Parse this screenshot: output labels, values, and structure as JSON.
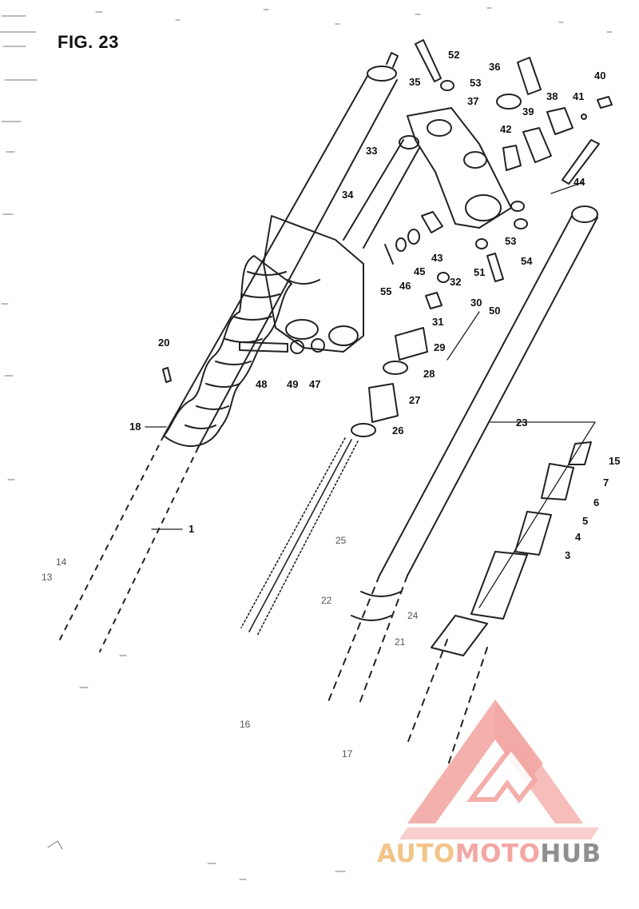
{
  "figure": {
    "title": "FIG. 23"
  },
  "labels": {
    "p1": "1",
    "p3": "3",
    "p4": "4",
    "p5": "5",
    "p6": "6",
    "p7": "7",
    "p13": "13",
    "p14": "14",
    "p15": "15",
    "p16": "16",
    "p17": "17",
    "p18": "18",
    "p20": "20",
    "p21": "21",
    "p22": "22",
    "p23": "23",
    "p24": "24",
    "p25": "25",
    "p26": "26",
    "p27": "27",
    "p28": "28",
    "p29": "29",
    "p30": "30",
    "p31": "31",
    "p32": "32",
    "p33": "33",
    "p34": "34",
    "p35": "35",
    "p36": "36",
    "p37": "37",
    "p38": "38",
    "p39": "39",
    "p40": "40",
    "p41": "41",
    "p42": "42",
    "p43": "43",
    "p44": "44",
    "p45": "45",
    "p46": "46",
    "p47": "47",
    "p48": "48",
    "p49": "49",
    "p50": "50",
    "p51": "51",
    "p52": "52",
    "p53a": "53",
    "p53b": "53",
    "p54": "54",
    "p55": "55"
  },
  "watermark": {
    "part1": "AUTO",
    "part2": "MOTO",
    "part3": "HUB",
    "colors": {
      "orange": "#f2c488",
      "red": "#f3a7a3",
      "gray": "#8f8f8f"
    }
  }
}
